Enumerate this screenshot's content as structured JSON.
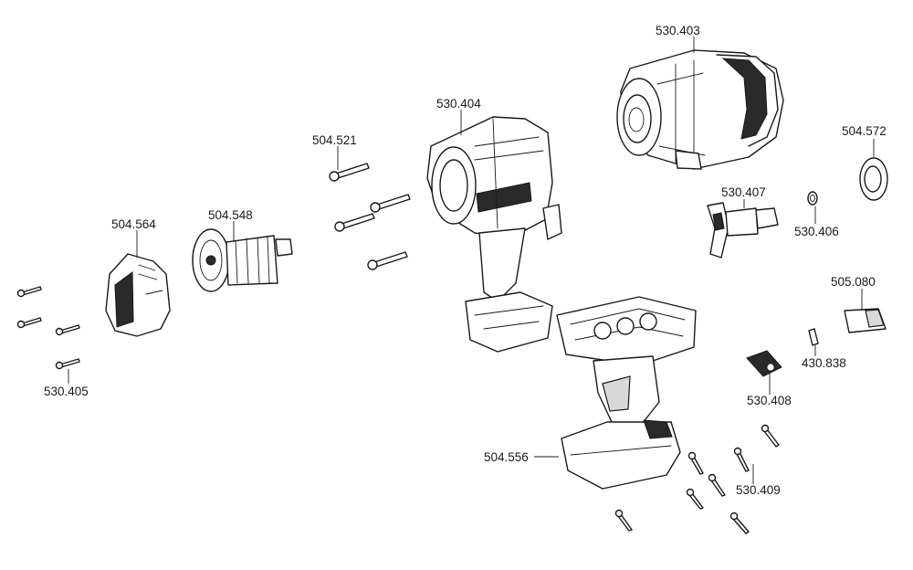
{
  "labels": {
    "p530403": "530.403",
    "p504572": "504.572",
    "p530404": "530.404",
    "p504521": "504.521",
    "p530407": "530.407",
    "p530406": "530.406",
    "p504564": "504.564",
    "p504548": "504.548",
    "p505080": "505.080",
    "p430838": "430.838",
    "p530408": "530.408",
    "p530405": "530.405",
    "p504556": "504.556",
    "p530409": "530.409"
  },
  "colors": {
    "line": "#1a1a1a",
    "background": "#ffffff",
    "shade": "#d9d9d9"
  }
}
